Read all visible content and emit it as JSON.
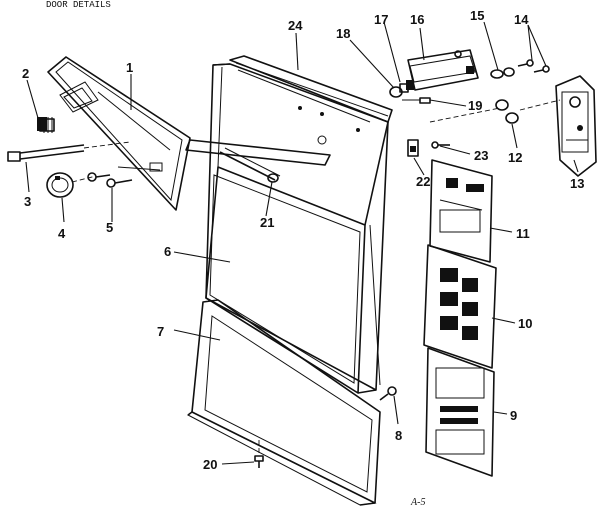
{
  "header": {
    "title": "DOOR DETAILS"
  },
  "corner_note": "A-5",
  "callouts": [
    {
      "id": "1",
      "text": "1"
    },
    {
      "id": "2",
      "text": "2"
    },
    {
      "id": "3",
      "text": "3"
    },
    {
      "id": "4",
      "text": "4"
    },
    {
      "id": "5",
      "text": "5"
    },
    {
      "id": "6",
      "text": "6"
    },
    {
      "id": "7",
      "text": "7"
    },
    {
      "id": "8",
      "text": "8"
    },
    {
      "id": "9",
      "text": "9"
    },
    {
      "id": "10",
      "text": "10"
    },
    {
      "id": "11",
      "text": "11"
    },
    {
      "id": "12",
      "text": "12"
    },
    {
      "id": "13",
      "text": "13"
    },
    {
      "id": "14",
      "text": "14"
    },
    {
      "id": "15",
      "text": "15"
    },
    {
      "id": "16",
      "text": "16"
    },
    {
      "id": "17",
      "text": "17"
    },
    {
      "id": "18",
      "text": "18"
    },
    {
      "id": "19",
      "text": "19"
    },
    {
      "id": "20",
      "text": "20"
    },
    {
      "id": "21",
      "text": "21"
    },
    {
      "id": "22",
      "text": "22"
    },
    {
      "id": "23",
      "text": "23"
    },
    {
      "id": "24",
      "text": "24"
    }
  ]
}
